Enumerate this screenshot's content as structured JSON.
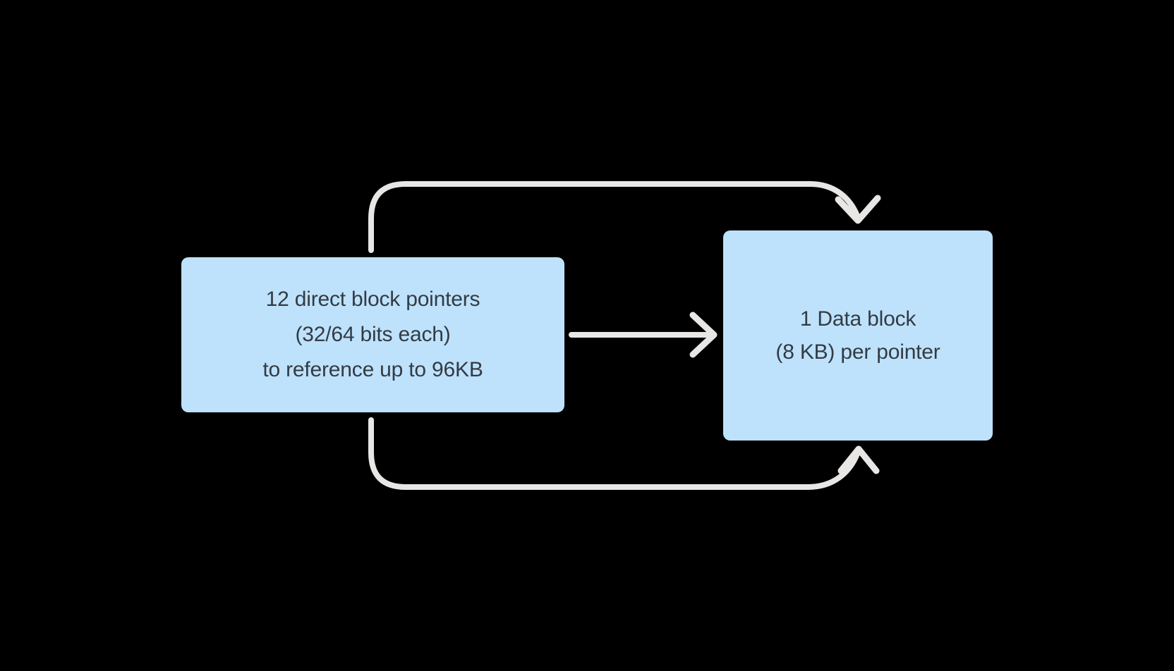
{
  "background": "#000000",
  "diagram": {
    "nodes": {
      "source": {
        "lines": [
          "12 direct block pointers",
          "(32/64 bits each)",
          "to reference up to 96KB"
        ],
        "fill": "#BEE2FB",
        "text_color": "#333B44"
      },
      "target": {
        "lines": [
          "1 Data block",
          "(8 KB) per pointer"
        ],
        "fill": "#BEE2FB",
        "text_color": "#333B44"
      }
    },
    "arrows": {
      "color": "#E8E7E5",
      "items": [
        {
          "name": "top-curved-arrow",
          "from": "source-top",
          "to": "target-top"
        },
        {
          "name": "direct-arrow",
          "from": "source-right",
          "to": "target-left"
        },
        {
          "name": "bottom-curved-arrow",
          "from": "source-bottom",
          "to": "target-bottom"
        }
      ]
    }
  }
}
